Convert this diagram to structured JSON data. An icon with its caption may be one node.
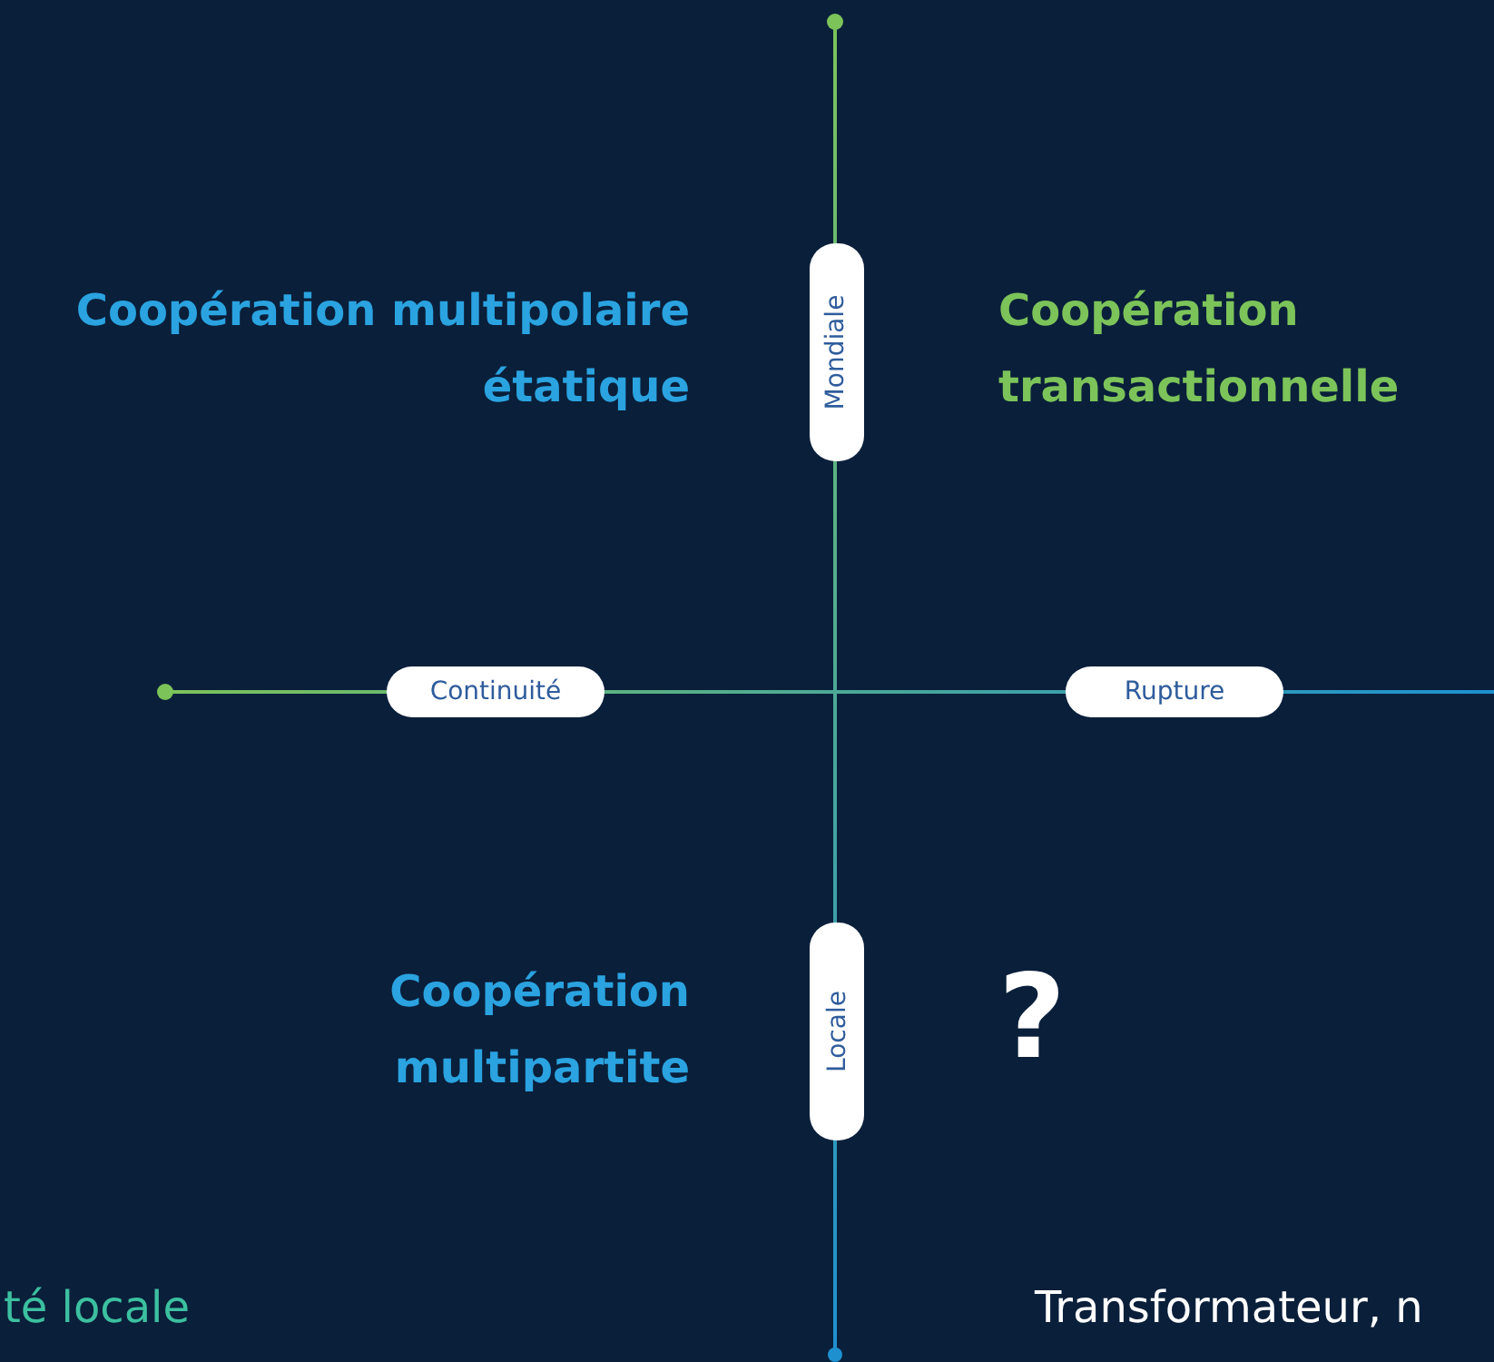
{
  "diagram": {
    "labels": [
      "Coopération multipolaire étatique",
      "Mondiale",
      "Coopération transactionnelle",
      "Continuité",
      "Rupture",
      "Coopération multipartite",
      "Locale",
      "?",
      "té locale",
      "Transformateur, n"
    ]
  }
}
